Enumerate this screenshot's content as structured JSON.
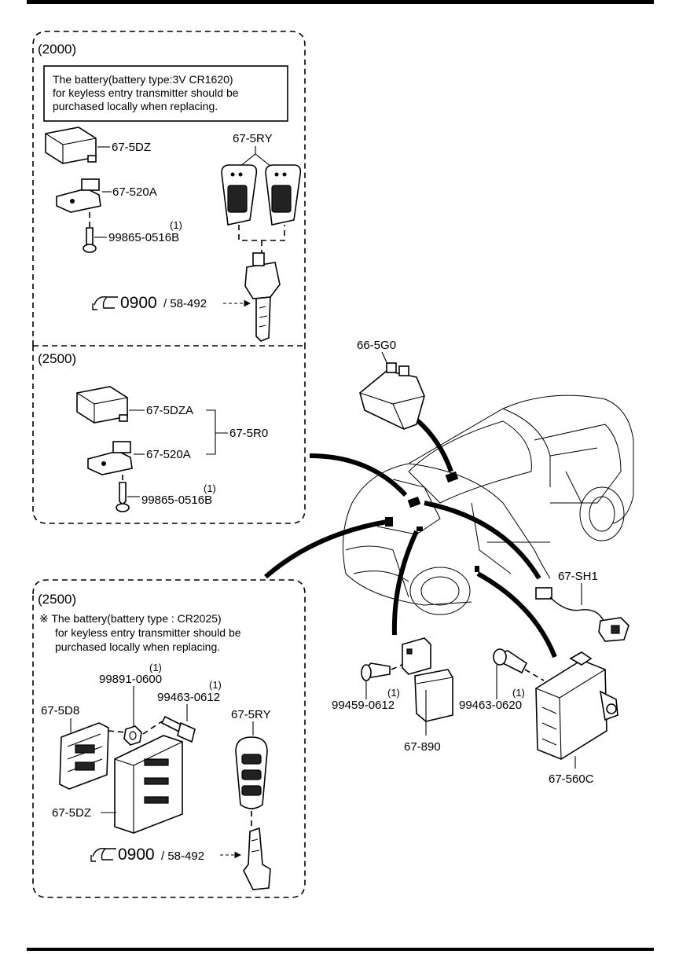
{
  "groups": {
    "g2000": {
      "title": "(2000)",
      "note": [
        "The battery(battery type:3V CR1620)",
        "for keyless entry transmitter should be",
        "purchased locally when replacing."
      ],
      "parts": {
        "receiver": "67-5DZ",
        "bracket": "67-520A",
        "screw": "99865-0516B",
        "screw_qty": "(1)",
        "transmitter": "67-5RY",
        "key_ref_page": "0900",
        "key_ref_fig": "/ 58-492"
      }
    },
    "g2500a": {
      "title": "(2500)",
      "parts": {
        "receiver": "67-5DZA",
        "bracket": "67-520A",
        "assembly": "67-5R0",
        "screw": "99865-0516B",
        "screw_qty": "(1)"
      }
    },
    "g2500b": {
      "title": "(2500)",
      "note": [
        "※ The battery(battery type : CR2025)",
        "for keyless entry transmitter should be",
        "purchased locally when replacing."
      ],
      "parts": {
        "nut": "99891-0600",
        "nut_qty": "(1)",
        "bolt": "99463-0612",
        "bolt_qty": "(1)",
        "bracket": "67-5D8",
        "module": "67-5DZ",
        "transmitter": "67-5RY",
        "key_ref_page": "0900",
        "key_ref_fig": "/ 58-492"
      }
    },
    "vehicle": {
      "antenna": "66-5G0",
      "harness": "67-SH1",
      "bolt_left": "99459-0612",
      "bolt_left_qty": "(1)",
      "unit_left": "67-890",
      "bolt_right": "99463-0620",
      "bolt_right_qty": "(1)",
      "unit_right": "67-560C"
    }
  },
  "icons": {
    "reference": "pointing-hand-icon"
  }
}
